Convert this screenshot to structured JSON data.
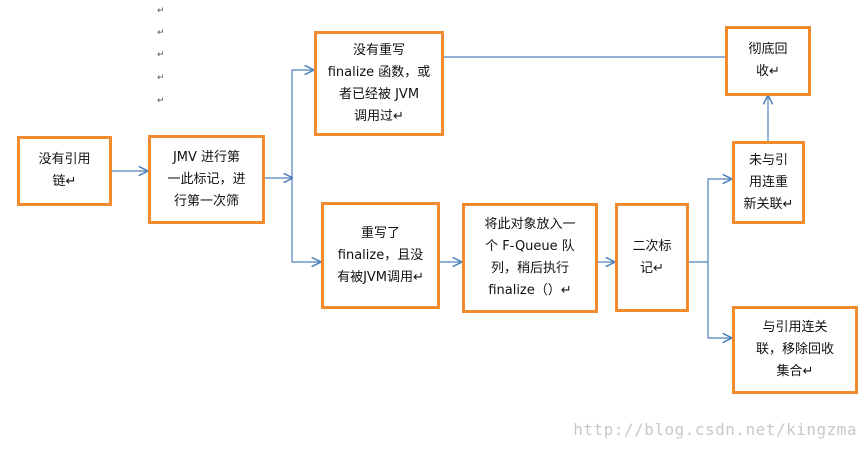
{
  "paragraph_marks": [
    "↵",
    "↵",
    "↵",
    "↵",
    "↵"
  ],
  "nodes": {
    "no_ref": "没有引用\n链↵",
    "first_mark": "JMV 进行第\n一此标记，进\n行第一次筛",
    "no_override": "没有重写\nfinalize 函数，或\n者已经被 JVM\n调用过↵",
    "overridden": "重写了\nfinalize，且没\n有被JVM调用↵",
    "f_queue": "将此对象放入一\n个 F-Queue 队\n列，稍后执行\nfinalize（）↵",
    "second_mark": "二次标\n记↵",
    "reclaim": "彻底回\n收↵",
    "relink": "未与引\n用连重\n新关联↵",
    "escape": "与引用连关\n联，移除回收\n集合↵"
  },
  "watermark": "http://blog.csdn.net/kingzma",
  "colors": {
    "box_border": "#f28a2e",
    "arrow": "#4f81bd"
  }
}
